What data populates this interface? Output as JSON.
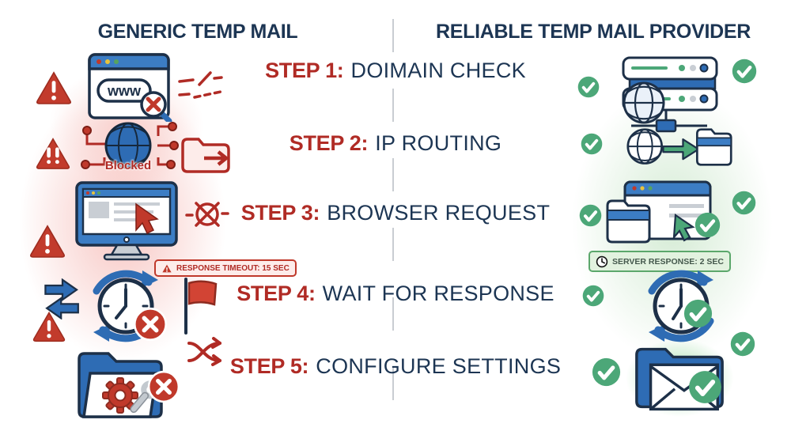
{
  "header": {
    "left_title": "GENERIC TEMP MAIL",
    "right_title": "RELIABLE TEMP MAIL PROVIDER"
  },
  "steps": [
    {
      "label": "STEP 1:",
      "title": "DOIMAIN CHECK"
    },
    {
      "label": "STEP 2:",
      "title": "IP ROUTING"
    },
    {
      "label": "STEP 3:",
      "title": "BROWSER REQUEST"
    },
    {
      "label": "STEP 4:",
      "title": "WAIT FOR RESPONSE"
    },
    {
      "label": "STEP 5:",
      "title": "CONFIGURE SETTINGS"
    }
  ],
  "generic_column": {
    "browser_url": "www",
    "blocked_label": "Blocked",
    "timeout_badge": "RESPONSE TIMEOUT: 15 SEC"
  },
  "reliable_column": {
    "response_badge": "SERVER RESPONSE: 2 SEC"
  },
  "colors": {
    "navy": "#1c3553",
    "step_red": "#b02b25",
    "warning_red": "#c23b2c",
    "icon_blue": "#2e6cb4",
    "titlebar_blue": "#3c7dc4",
    "check_green": "#4ca778",
    "badge_green_bg": "#e2f2df",
    "badge_green_border": "#5ba76b",
    "badge_red_bg": "#fdecea",
    "divider_gray": "#c9cdd2"
  },
  "icons": [
    "warning-triangle-icon",
    "browser-window-icon",
    "search-error-icon",
    "broken-link-icon",
    "globe-circuit-icon",
    "folder-export-icon",
    "monitor-cursor-icon",
    "no-entry-icon",
    "refresh-clock-icon",
    "error-x-icon",
    "red-flag-icon",
    "sync-arrows-icon",
    "folder-gear-wrench-icon",
    "shuffle-icon",
    "server-globe-icon",
    "check-icon",
    "globe-to-folder-icon",
    "browser-pair-cursor-icon",
    "clock-badge-icon",
    "folder-envelope-icon"
  ]
}
